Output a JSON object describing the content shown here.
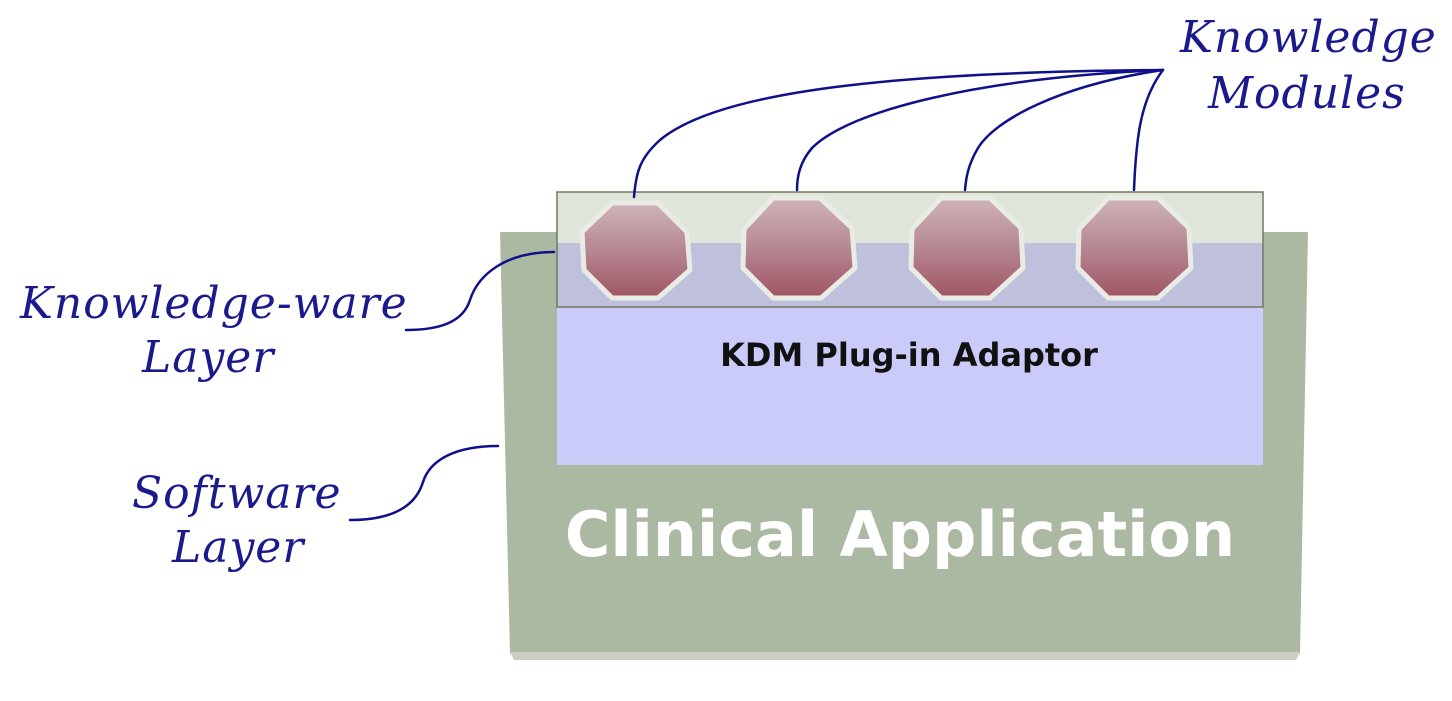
{
  "diagram": {
    "labels": {
      "knowledge_modules": [
        "Knowledge",
        "Modules"
      ],
      "knowledgeware_layer": [
        "Knowledge-ware",
        "Layer"
      ],
      "software_layer": [
        "Software",
        "Layer"
      ],
      "kdm_adaptor": "KDM Plug-in Adaptor",
      "clinical_application": "Clinical Application"
    },
    "module_count": 4,
    "colors": {
      "software_layer_fill": "#acb9a2",
      "adaptor_fill": "#cbcbf9",
      "knowledgeware_band_fill": "#dfe5da",
      "module_fill_top": "#c9aab0",
      "module_fill_bottom": "#a5606e",
      "module_outline": "#e9ece4",
      "connector_stroke": "#10108a",
      "label_text": "#1a1a8c"
    }
  }
}
